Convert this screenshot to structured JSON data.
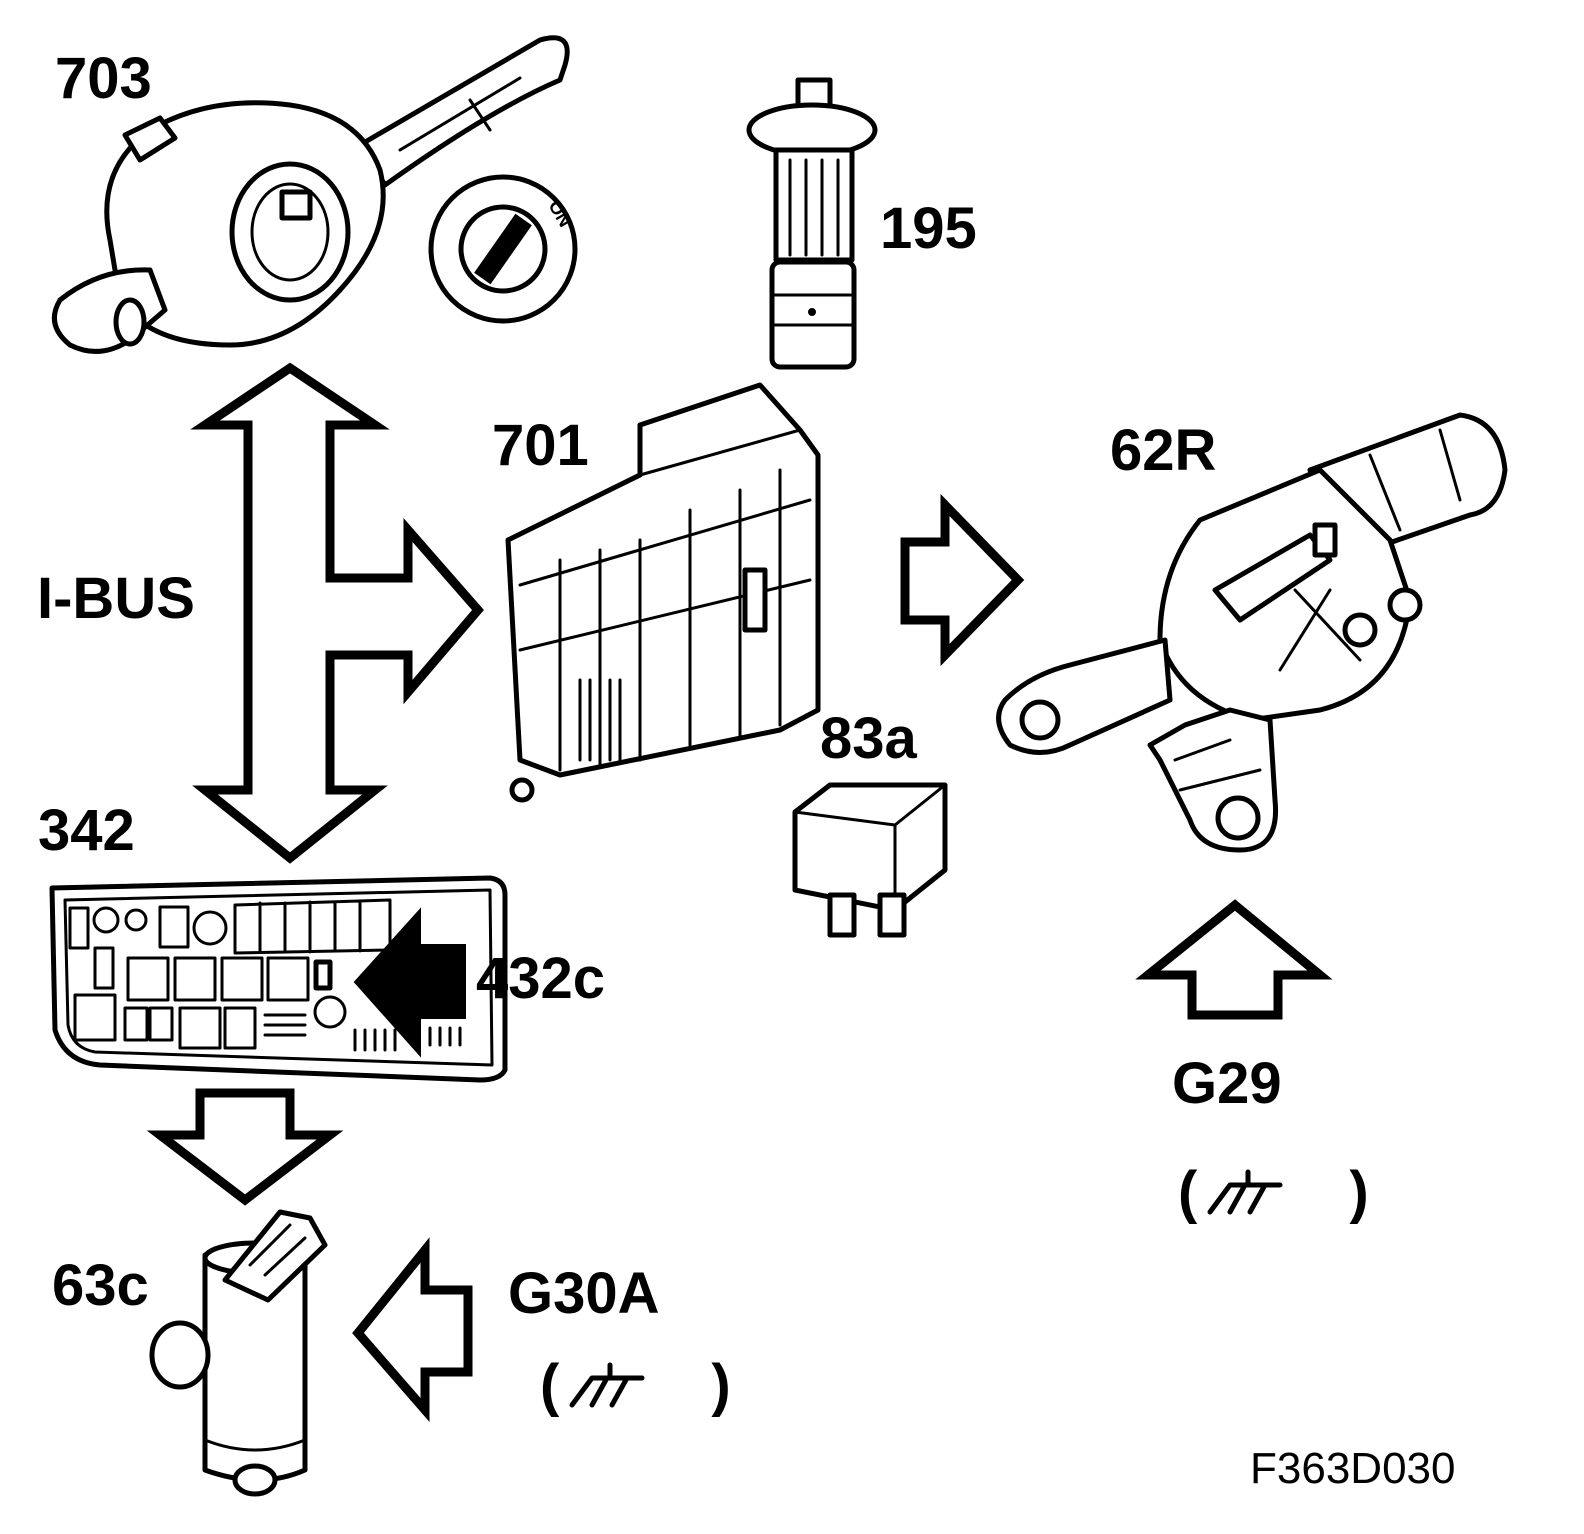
{
  "diagram": {
    "labels": {
      "stalk_switch": "703",
      "ignition_switch": "195",
      "control_module": "701",
      "wiper_motor": "62R",
      "bus": "I-BUS",
      "relay": "83a",
      "fuse_box": "342",
      "relay_marker": "432c",
      "ground_point_right": "G29",
      "ground_point_bottom": "G30A",
      "washer_pump": "63c",
      "figure_code": "F363D030",
      "ground_symbol_right": "( )",
      "ground_symbol_bottom": "( )"
    },
    "switch_text": "ON",
    "colors": {
      "ink": "#000000",
      "paper": "#ffffff"
    }
  }
}
